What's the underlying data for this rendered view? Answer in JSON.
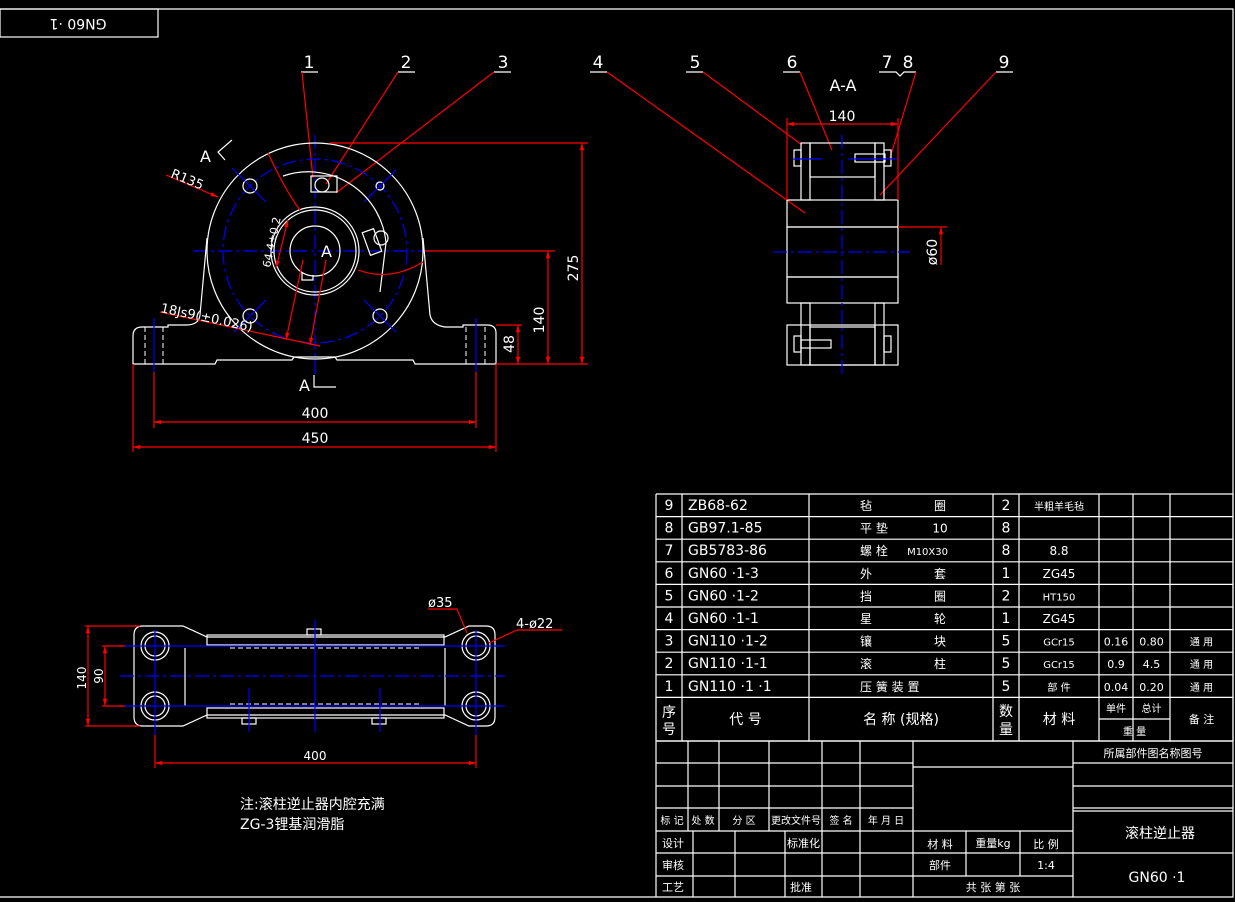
{
  "title_tab": "GN60 ·1",
  "balloons": [
    "1",
    "2",
    "3",
    "4",
    "5",
    "6",
    "7",
    "8",
    "9"
  ],
  "front_view": {
    "radius_label": "R135",
    "keyway_label": "18Js9(±0.026)",
    "arc_label": "64.4±0.2",
    "section_mark": "A",
    "center_mark": "A",
    "dim_height": "275",
    "dim_center_height": "140",
    "dim_base": "48",
    "dim_bolt_span": "400",
    "dim_total_width": "450"
  },
  "section_view": {
    "title": "A-A",
    "dim_width": "140",
    "dim_bore": "ø60"
  },
  "plan_view": {
    "dim_boss": "ø35",
    "dim_holes": "4-ø22",
    "dim_width": "140",
    "dim_hole_spacing": "90",
    "dim_length": "400"
  },
  "note": {
    "line1": "注:滚柱逆止器内腔充满",
    "line2": "ZG-3锂基润滑脂"
  },
  "parts_table": {
    "rows": [
      {
        "no": "9",
        "code": "ZB68-62",
        "name_a": "毡",
        "name_b": "圈",
        "qty": "2",
        "material": "半粗羊毛毡",
        "unit": "",
        "total": "",
        "remark": ""
      },
      {
        "no": "8",
        "code": "GB97.1-85",
        "name_a": "平   垫",
        "name_b": "10",
        "qty": "8",
        "material": "",
        "unit": "",
        "total": "",
        "remark": ""
      },
      {
        "no": "7",
        "code": "GB5783-86",
        "name_a": "螺  栓",
        "name_b": "M10X30",
        "qty": "8",
        "material": "8.8",
        "unit": "",
        "total": "",
        "remark": ""
      },
      {
        "no": "6",
        "code": "GN60 ·1-3",
        "name_a": "外",
        "name_b": "套",
        "qty": "1",
        "material": "ZG45",
        "unit": "",
        "total": "",
        "remark": ""
      },
      {
        "no": "5",
        "code": "GN60 ·1-2",
        "name_a": "挡",
        "name_b": "圈",
        "qty": "2",
        "material": "HT150",
        "unit": "",
        "total": "",
        "remark": ""
      },
      {
        "no": "4",
        "code": "GN60 ·1-1",
        "name_a": "星",
        "name_b": "轮",
        "qty": "1",
        "material": "ZG45",
        "unit": "",
        "total": "",
        "remark": ""
      },
      {
        "no": "3",
        "code": "GN110 ·1-2",
        "name_a": "镶",
        "name_b": "块",
        "qty": "5",
        "material": "GCr15",
        "unit": "0.16",
        "total": "0.80",
        "remark": "通    用"
      },
      {
        "no": "2",
        "code": "GN110 ·1-1",
        "name_a": "滚",
        "name_b": "柱",
        "qty": "5",
        "material": "GCr15",
        "unit": "0.9",
        "total": "4.5",
        "remark": "通    用"
      },
      {
        "no": "1",
        "code": "GN110 ·1 ·1",
        "name_a": "压  簧  装  置",
        "name_b": "",
        "qty": "5",
        "material": "部    件",
        "unit": "0.04",
        "total": "0.20",
        "remark": "通    用"
      }
    ],
    "header": {
      "no": "序号",
      "code": "代        号",
      "name": "名 称 (规格)",
      "qty": "数量",
      "material": "材    料",
      "unit": "单件",
      "total": "总计",
      "weight": "重    量",
      "remark": "备    注"
    }
  },
  "title_block": {
    "rev_labels": [
      "标 记",
      "处 数",
      "分 区",
      "更改文件号",
      "签 名",
      "年 月 日"
    ],
    "design": "设计",
    "standardization": "标准化",
    "review": "审核",
    "process": "工艺",
    "approve": "批准",
    "material": "材 料",
    "weight": "重量kg",
    "scale": "比 例",
    "component": "部件",
    "scale_value": "1:4",
    "sheets": "共    张    第    张",
    "assembly_ref": "所属部件图名称图号",
    "drawing_name": "滚柱逆止器",
    "drawing_no": "GN60 ·1"
  },
  "colors": {
    "background": "#000000",
    "outline": "#ffffff",
    "dimension": "#ff0000",
    "centerline": "#0000ff"
  }
}
